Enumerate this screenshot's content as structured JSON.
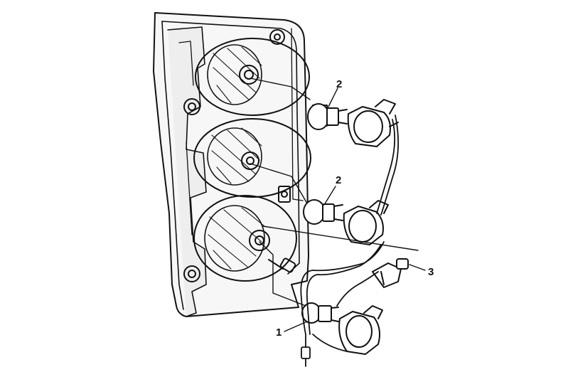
{
  "diagram": {
    "callouts": [
      {
        "number": "1",
        "part": "bulb-socket-lower"
      },
      {
        "number": "2",
        "part": "bulb-socket-upper"
      },
      {
        "number": "2",
        "part": "bulb-socket-middle"
      },
      {
        "number": "3",
        "part": "connector-side"
      }
    ],
    "colors": {
      "line": "#111111",
      "background": "#ffffff",
      "panel_fill": "#f4f4f4"
    }
  }
}
